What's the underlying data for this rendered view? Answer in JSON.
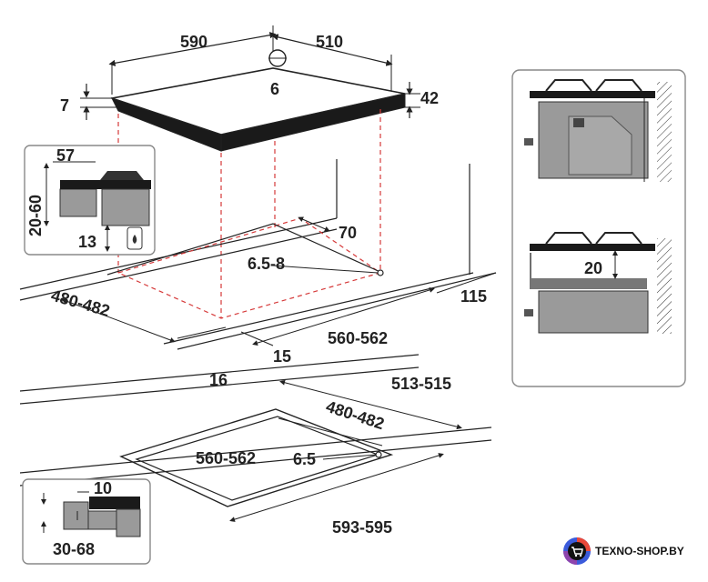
{
  "diagram": {
    "top_view": {
      "width_label": "590",
      "depth_label": "510",
      "center_label": "6",
      "thickness_label": "7",
      "height_label": "42"
    },
    "inset_top_left": {
      "top_label": "57",
      "range_label": "20-60",
      "bottom_label": "13"
    },
    "cutout_top": {
      "corner_label": "70",
      "gas_label": "6.5-8",
      "depth_label": "480-482",
      "width_label": "560-562",
      "rear_label": "115",
      "side_label": "15",
      "edge_label": "16"
    },
    "inset_right": {
      "gap_label": "20"
    },
    "flush_view": {
      "outer_depth_label": "513-515",
      "inner_depth_label": "480-482",
      "inner_width_label": "560-562",
      "gas_label": "6.5",
      "outer_width_label": "593-595"
    },
    "inset_bottom_left": {
      "top_label": "10",
      "range_label": "30-68"
    }
  },
  "brand": {
    "name": "TEXNO-SHOP.BY",
    "accent_colors": [
      "#e9483a",
      "#3b5bdb",
      "#8e44ad"
    ]
  },
  "colors": {
    "line": "#222222",
    "dashed": "#d63a3a",
    "panel_gray": "#9a9a9a",
    "inset_border": "#888888"
  }
}
